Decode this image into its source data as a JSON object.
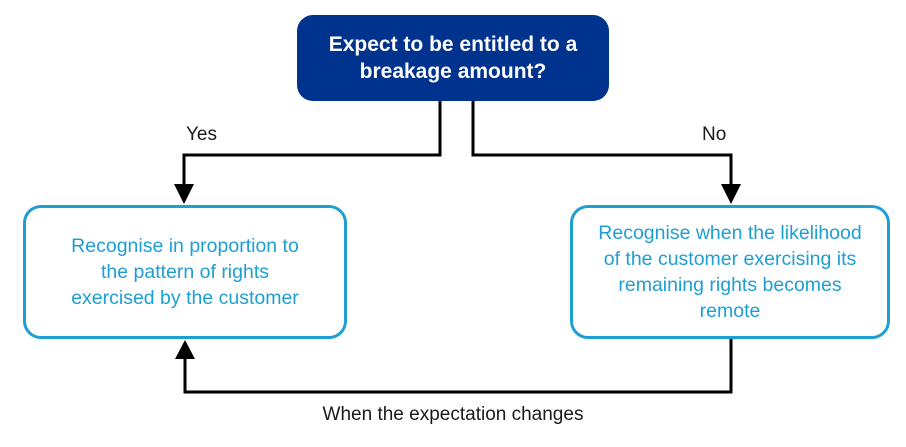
{
  "question": {
    "text": "Expect to be entitled to a breakage amount?"
  },
  "branches": {
    "yes_label": "Yes",
    "no_label": "No"
  },
  "outcomes": {
    "left_text": "Recognise in proportion to the pattern of rights exercised by the customer",
    "right_text": "Recognise when the likelihood of the customer exercising its remaining rights becomes remote"
  },
  "loop": {
    "label": "When the expectation changes"
  },
  "colors": {
    "question_fill": "#00338d",
    "outcome_border": "#1e9fd4",
    "outcome_text": "#1e9fd4",
    "connector": "#000000"
  },
  "icons": {
    "arrowhead": "arrowhead-icon"
  }
}
